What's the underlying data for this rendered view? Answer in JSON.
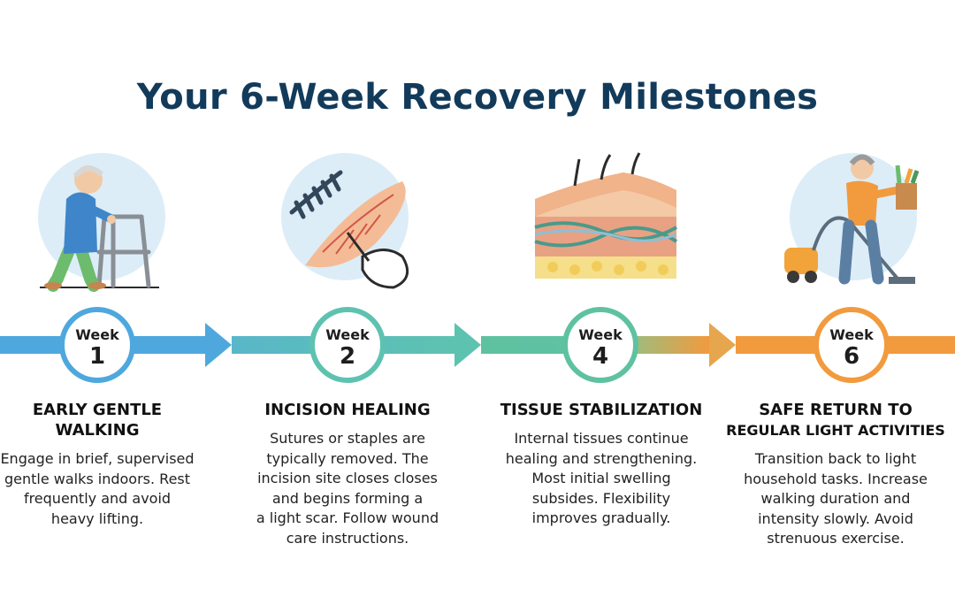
{
  "title": "Your 6-Week Recovery Milestones",
  "colors": {
    "title": "#123a5a",
    "week1": "#4ea8de",
    "week2": "#5ec2b0",
    "week4": "#5ec2a0",
    "week6": "#f29a3e"
  },
  "milestones": [
    {
      "week_label": "Week",
      "week_number": "1",
      "heading_line1": "EARLY GENTLE",
      "heading_line2": "WALKING",
      "body_lines": [
        "Engage in brief, supervised",
        "gentle walks indoors. Rest",
        "frequently and avoid",
        "heavy lifting."
      ],
      "illustration": "elderly-man-with-walker-icon"
    },
    {
      "week_label": "Week",
      "week_number": "2",
      "heading_line1": "INCISION HEALING",
      "heading_line2": "",
      "body_lines": [
        "Sutures or staples are",
        "typically removed. The",
        "incision site closes closes",
        "and begins forming a",
        "a light scar. Follow wound",
        "care instructions."
      ],
      "illustration": "sutured-incision-icon"
    },
    {
      "week_label": "Week",
      "week_number": "4",
      "heading_line1": "TISSUE STABILIZATION",
      "heading_line2": "",
      "body_lines": [
        "Internal tissues continue",
        "healing and strengthening.",
        "Most initial swelling",
        "subsides. Flexibility",
        "improves gradually."
      ],
      "illustration": "skin-tissue-layers-icon"
    },
    {
      "week_label": "Week",
      "week_number": "6",
      "heading_line1": "SAFE RETURN TO",
      "heading_line2": "REGULAR LIGHT ACTIVITIES",
      "body_lines": [
        "Transition back to light",
        "household tasks. Increase",
        "walking duration and",
        "intensity slowly. Avoid",
        "strenuous exercise."
      ],
      "illustration": "woman-vacuuming-with-groceries-icon"
    }
  ]
}
